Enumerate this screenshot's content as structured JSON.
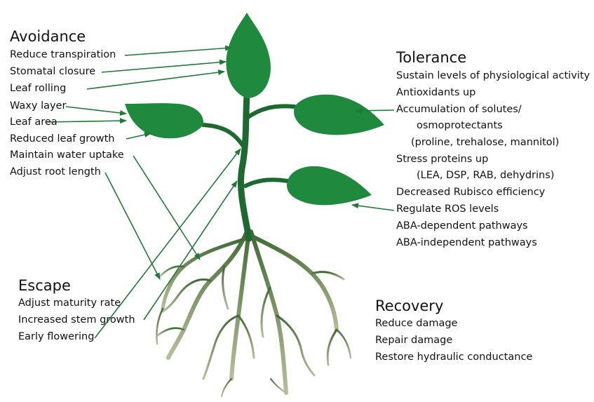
{
  "colors": {
    "leaf": "#1f8a3d",
    "stem": "#1d6a31",
    "root_top": "#4b6b3c",
    "root_bottom": "#a9b48f",
    "arrow": "#1f7a36"
  },
  "avoidance": {
    "heading": "Avoidance",
    "items": [
      "Reduce transpiration",
      "Stomatal closure",
      "Leaf rolling",
      "Waxy layer",
      "Leaf area",
      "Reduced leaf growth",
      "Maintain water uptake",
      "Adjust root length"
    ]
  },
  "tolerance": {
    "heading": "Tolerance",
    "items": [
      "Sustain levels of physiological activity",
      "Antioxidants up",
      "Accumulation of solutes/",
      "osmoprotectants",
      "(proline, trehalose, mannitol)",
      "Stress proteins up",
      "(LEA, DSP, RAB, dehydrins)",
      "Decreased Rubisco efficiency",
      "Regulate ROS levels",
      "ABA-dependent pathways",
      "ABA-independent pathways"
    ]
  },
  "escape": {
    "heading": "Escape",
    "items": [
      "Adjust maturity rate",
      "Increased stem growth",
      "Early flowering"
    ]
  },
  "recovery": {
    "heading": "Recovery",
    "items": [
      "Reduce damage",
      "Repair damage",
      "Restore hydraulic conductance"
    ]
  }
}
